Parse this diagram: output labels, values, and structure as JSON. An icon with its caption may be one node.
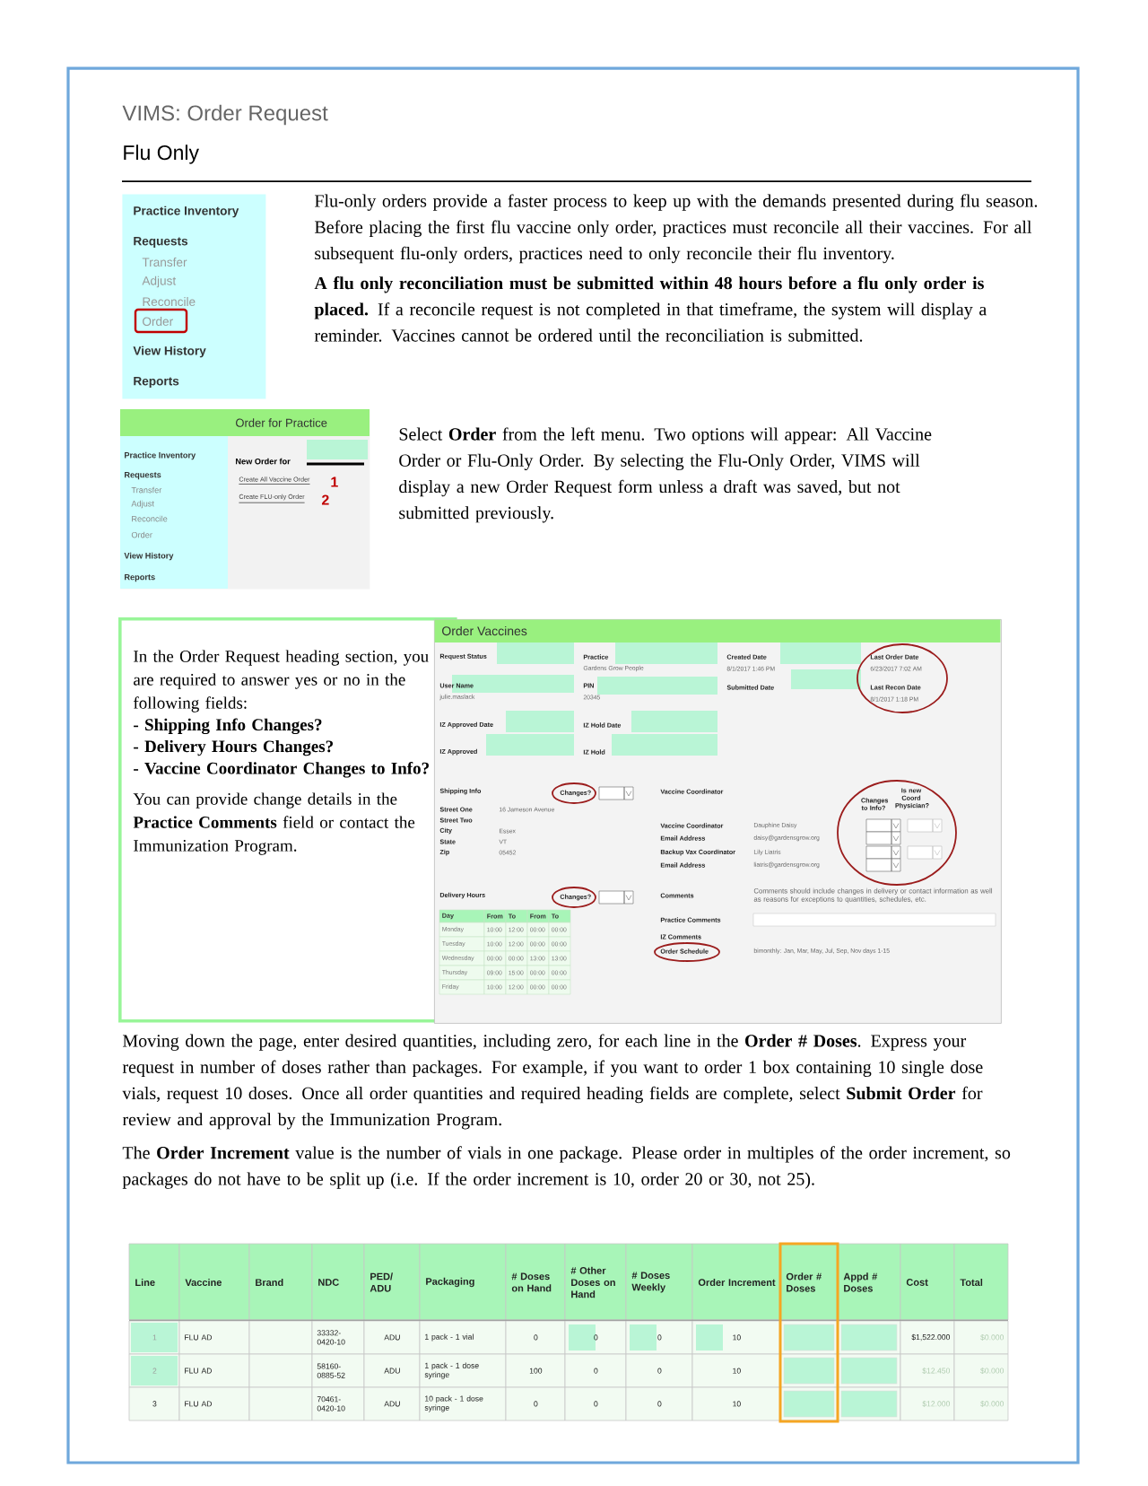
{
  "diagram": {
    "title": "VIMS: Order Request",
    "nodes": [
      {
        "text": [
          "Practice Inventory",
          "Requests",
          "Transfer",
          "Adjust",
          "Reconcile",
          "Order",
          "View History",
          "Reports"
        ]
      },
      {
        "text": [
          "Order for Practice",
          "Practice Inventory",
          "Requests",
          "Transfer",
          "Adjust",
          "Reconcile",
          "Order",
          "View History",
          "Reports",
          "New Order for",
          "Create All Vaccine Order",
          "Create FLU-only Order"
        ]
      },
      {
        "text": [
          "In the Order Request heading section, you are required to answer yes or no in the following fields:",
          "- Shipping Info Changes?",
          "- Delivery Hours Changes?",
          "- Vaccine Coordinator Changes to Info?",
          "You can provide change details in the **Practice Comments** field or contact the Immunization Program."
        ]
      },
      {
        "text": [
          "Order Vaccines"
        ]
      }
    ],
    "labels": [
      "Flu Only",
      "Flu-only orders provide a faster process to keep up with the demands presented during flu season. Before placing the first flu vaccine only order, practices must reconcile all their vaccines. For all subsequent flu-only orders, practices need to only reconcile their flu inventory.",
      "**A flu only reconciliation must be submitted within 48 hours before a flu only order is placed.** If a reconcile request is not completed in that timeframe, the system will display a reminder. Vaccines cannot be ordered until the reconciliation is submitted.",
      "Select **Order** from the left menu. Two options will appear: All Vaccine Order or Flu-Only Order. By selecting the Flu-Only Order, VIMS will display a new Order Request form unless a draft was saved, but not submitted previously.",
      "1",
      "2",
      "Request Status",
      "Practice",
      "Gardens Grow People",
      "Created Date",
      "8/1/2017 1:46 PM",
      "Last Order Date",
      "6/23/2017 7:02 AM",
      "User Name",
      "julie.maslack",
      "PIN",
      "20345",
      "Submitted Date",
      "Last Recon Date",
      "8/1/2017 1:18 PM",
      "IZ Approved Date",
      "IZ Hold Date",
      "IZ Approved",
      "IZ Hold",
      "Shipping Info",
      "Changes?",
      "Vaccine Coordinator",
      "Changes to Info?",
      "Is new Coord Physician?",
      "Street One",
      "16 Jameson Avenue",
      "Street Two",
      "City",
      "Essex",
      "State",
      "VT",
      "Zip",
      "05452",
      "Vaccine Coordinator",
      "Dauphine Daisy",
      "Email Address",
      "daisy@gardensgrow.org",
      "Backup Vax Coordinator",
      "Lily Liatris",
      "Email Address",
      "liatris@gardensgrow.org",
      "Delivery Hours",
      "Changes?",
      "Comments",
      "Comments should include changes in delivery or contact information as well as reasons for exceptions to quantities, schedules, etc.",
      "Practice Comments",
      "IZ Comments",
      "Order Schedule",
      "bimonthly: Jan, Mar, May, Jul, Sep, Nov days 1-15",
      "Day",
      "From",
      "To",
      "From",
      "To",
      "Monday",
      "10:00",
      "12:00",
      "00:00",
      "00:00",
      "Tuesday",
      "10:00",
      "12:00",
      "00:00",
      "00:00",
      "Wednesday",
      "00:00",
      "00:00",
      "13:00",
      "13:00",
      "Thursday",
      "09:00",
      "15:00",
      "00:00",
      "00:00",
      "Friday",
      "10:00",
      "12:00",
      "00:00",
      "00:00",
      "Moving down the page, enter desired quantities, including zero, for each line in the **Order # Doses**. Express your request in number of doses rather than packages. For example, if you want to order 1 box containing 10 single dose vials, request 10 doses. Once all order quantities and required heading fields are complete, select **Submit Order** for review and approval by the Immunization Program.",
      "The **Order Increment** value is the number of vials in one package. Please order in multiples of the order increment, so packages do not have to be split up (i.e. If the order increment is 10, order 20 or 30, not 25).",
      "Line",
      "Vaccine",
      "Brand",
      "NDC",
      "PED/ ADU",
      "Packaging",
      "# Doses on Hand",
      "# Other Doses on Hand",
      "# Doses Weekly",
      "Order Increment",
      "Order # Doses",
      "Appd # Doses",
      "Cost",
      "Total",
      "1",
      "FLU AD",
      "33332-0420-10",
      "ADU",
      "1 pack - 1 vial",
      "0",
      "0",
      "0",
      "10",
      "$1,522.000",
      "$0.000",
      "2",
      "FLU AD",
      "58160-0885-52",
      "ADU",
      "1 pack - 1 dose syringe",
      "100",
      "0",
      "0",
      "10",
      "$12.450",
      "$0.000",
      "3",
      "FLU AD",
      "70461-0420-10",
      "ADU",
      "10 pack - 1 dose syringe",
      "0",
      "0",
      "0",
      "10",
      "$12.000",
      "$0.000"
    ]
  }
}
